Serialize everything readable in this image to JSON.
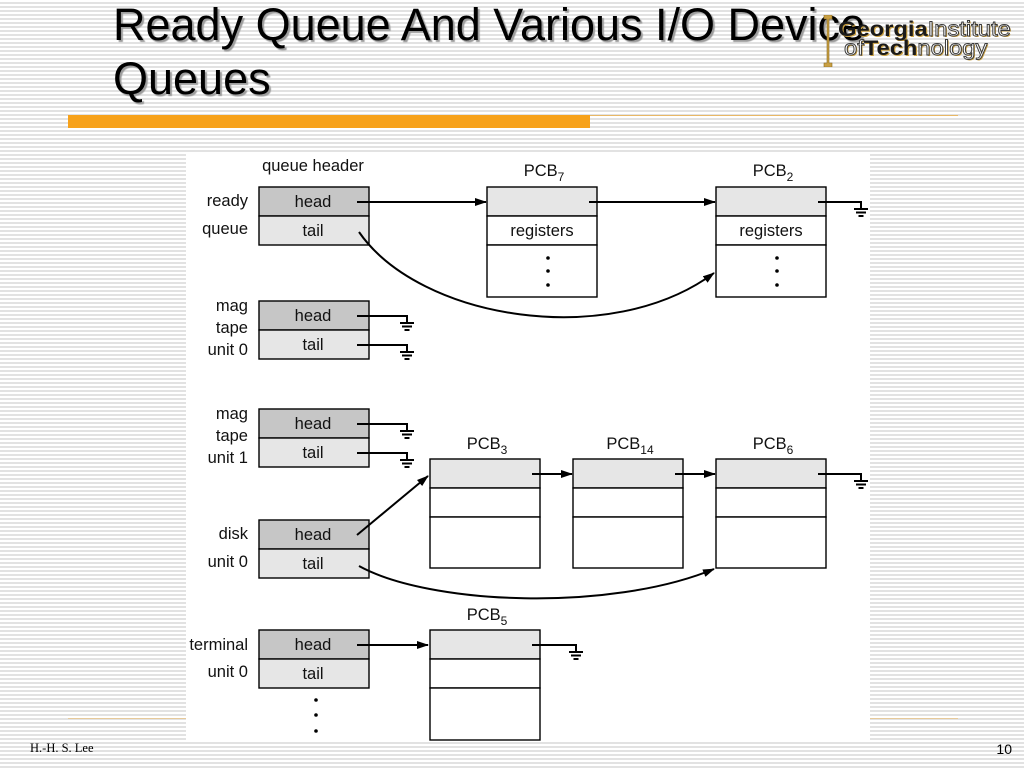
{
  "slide": {
    "title": "Ready Queue And Various I/O Device Queues",
    "author": "H.-H. S. Lee",
    "page_number": "10"
  },
  "logo": {
    "word1": "Georgia",
    "word2": "Institute",
    "word3": "of",
    "word4": "Tech",
    "word5": "nology"
  },
  "colors": {
    "accent_bar": "#f7a21b",
    "brand_gold": "#c9a043",
    "head_cell": "#c6c6c6",
    "tail_cell": "#e6e6e6",
    "pcb_top_cell": "#e6e6e6"
  },
  "diagram": {
    "queue_header_label": "queue header",
    "queues": [
      {
        "label_lines": [
          "ready",
          "queue"
        ],
        "head": "head",
        "tail": "tail"
      },
      {
        "label_lines": [
          "mag",
          "tape",
          "unit 0"
        ],
        "head": "head",
        "tail": "tail"
      },
      {
        "label_lines": [
          "mag",
          "tape",
          "unit 1"
        ],
        "head": "head",
        "tail": "tail"
      },
      {
        "label_lines": [
          "disk",
          "unit 0"
        ],
        "head": "head",
        "tail": "tail"
      },
      {
        "label_lines": [
          "terminal",
          "unit 0"
        ],
        "head": "head",
        "tail": "tail"
      }
    ],
    "pcbs": [
      {
        "name": "PCB",
        "subscript": "7",
        "field": "registers"
      },
      {
        "name": "PCB",
        "subscript": "2",
        "field": "registers"
      },
      {
        "name": "PCB",
        "subscript": "3"
      },
      {
        "name": "PCB",
        "subscript": "14"
      },
      {
        "name": "PCB",
        "subscript": "6"
      },
      {
        "name": "PCB",
        "subscript": "5"
      }
    ]
  }
}
